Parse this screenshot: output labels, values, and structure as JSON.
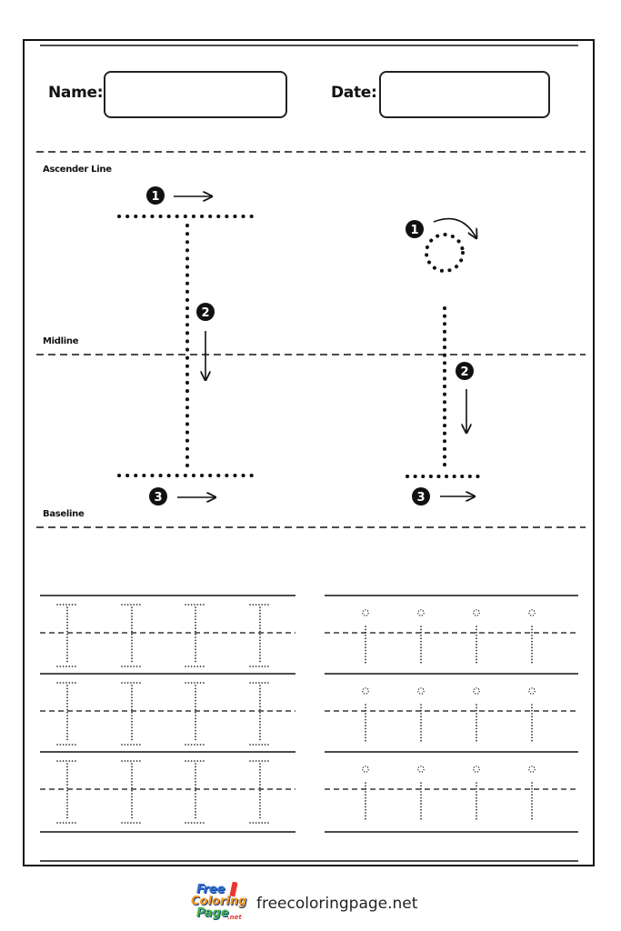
{
  "worksheet": {
    "name_label": "Name:",
    "date_label": "Date:",
    "ascender_label": "Ascender Line",
    "midline_label": "Midline",
    "baseline_label": "Baseline",
    "uppercase_steps": [
      "1",
      "2",
      "3"
    ],
    "lowercase_steps": [
      "1",
      "2",
      "3"
    ]
  },
  "footer": {
    "site": "freecoloringpage.net",
    "logo_line1": "Free",
    "logo_line2": "Coloring",
    "logo_line3": "Page",
    "logo_line4": ".net"
  },
  "colors": {
    "ink": "#111111",
    "logo_blue": "#2a6fd6",
    "logo_orange": "#f39a1d",
    "logo_green": "#47b648",
    "logo_red": "#e8382f"
  }
}
